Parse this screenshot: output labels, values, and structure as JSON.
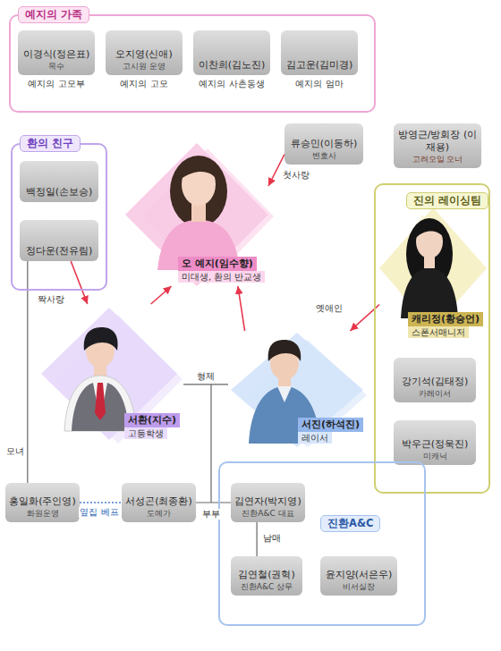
{
  "diagram": {
    "nodes": [
      {
        "text": [
          "예지의 가족"
        ]
      },
      {
        "text": [
          "이경식(정은표)",
          "목수",
          "예지의 고모부"
        ],
        "in": 0
      },
      {
        "text": [
          "오지영(신애)",
          "고시원 운영",
          "예지의 고모"
        ],
        "in": 0
      },
      {
        "text": [
          "이찬희(김노진)",
          "예지의 사촌동생"
        ],
        "in": 0
      },
      {
        "text": [
          "김고운(김미경)",
          "예지의 엄마"
        ],
        "in": 0
      },
      {
        "text": [
          "류승민(이동하)",
          "변호사"
        ]
      },
      {
        "text": [
          "방영근/방회장 (이재용)",
          "고려오일 오너"
        ]
      },
      {
        "text": [
          "환의 친구"
        ]
      },
      {
        "text": [
          "백정일(손보승)"
        ],
        "in": 7
      },
      {
        "text": [
          "정다운(전유림)"
        ],
        "in": 7
      },
      {
        "text": [
          "오 예지(임수향)",
          "미대생, 환의 반교생"
        ]
      },
      {
        "text": [
          "진의 레이싱팀"
        ]
      },
      {
        "text": [
          "캐리정(황승언)",
          "스폰서매니저"
        ],
        "in": 11
      },
      {
        "text": [
          "강기석(김태정)",
          "카레이서"
        ],
        "in": 11
      },
      {
        "text": [
          "박우근(정욱진)",
          "미캐닉"
        ],
        "in": 11
      },
      {
        "text": [
          "서환(지수)",
          "고등학생"
        ]
      },
      {
        "text": [
          "서진(하석진)",
          "레이서"
        ]
      },
      {
        "text": [
          "홍일화(주인영)",
          "화원운영"
        ]
      },
      {
        "text": [
          "서성곤(최종환)",
          "도예가"
        ]
      },
      {
        "text": [
          "진환A&C"
        ]
      },
      {
        "text": [
          "김연자(박지영)",
          "진환A&C 대표"
        ],
        "in": 19
      },
      {
        "text": [
          "김연철(권혁)",
          "진환A&C 상무"
        ],
        "in": 19
      },
      {
        "text": [
          "윤지양(서은우)",
          "비서실장"
        ],
        "in": 19
      }
    ],
    "edges": [
      {
        "from": 9,
        "to": 15,
        "label": "짝사랑",
        "arrow": "to"
      },
      {
        "from": 15,
        "to": 10,
        "arrow": "to"
      },
      {
        "from": 16,
        "to": 10,
        "arrow": "to"
      },
      {
        "from": 5,
        "to": 10,
        "label": "첫사랑",
        "arrow": "to"
      },
      {
        "from": 12,
        "to": 16,
        "label": "옛애인",
        "arrow": "to"
      },
      {
        "from": 15,
        "to": 16,
        "label": "형제",
        "arrow": "none"
      },
      {
        "from": 9,
        "to": 17,
        "label": "모녀",
        "arrow": "none"
      },
      {
        "from": 17,
        "to": 18,
        "label": "옆집 베프",
        "arrow": "none"
      },
      {
        "from": 18,
        "to": 20,
        "label": "부부",
        "arrow": "none"
      },
      {
        "from": 20,
        "to": 21,
        "label": "남매",
        "arrow": "none"
      }
    ]
  }
}
